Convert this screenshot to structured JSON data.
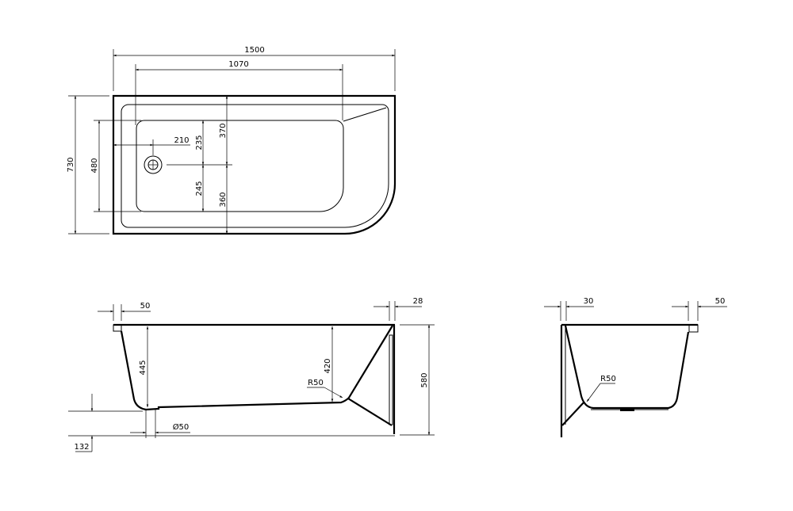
{
  "drawing": {
    "top_view": {
      "overall_length": "1500",
      "basin_length": "1070",
      "overall_width": "730",
      "basin_width": "480",
      "drain_offset": "210",
      "drain_to_basin_top": "235",
      "drain_to_basin_bottom": "245",
      "drain_to_outer_top": "370",
      "drain_to_outer_bottom": "360"
    },
    "side_view": {
      "rim_lip": "50",
      "panel_thickness": "28",
      "overall_height": "580",
      "depth_at_drain": "445",
      "depth_at_end": "420",
      "corner_radius": "R50",
      "floor_clearance": "132",
      "drain_diameter": "Ø50"
    },
    "end_view": {
      "panel_offset": "30",
      "rim_lip": "50",
      "corner_radius": "R50"
    }
  },
  "colors": {
    "line": "#000000",
    "background": "#ffffff"
  }
}
